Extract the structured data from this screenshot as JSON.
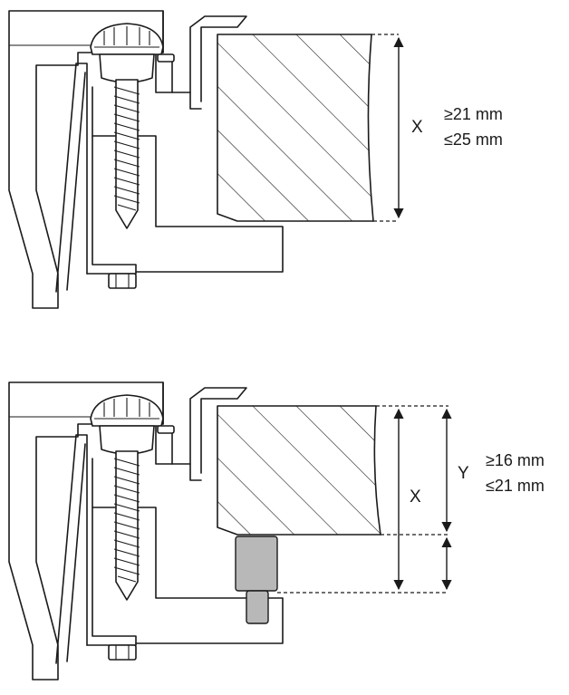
{
  "top_panel": {
    "dimension_label": "X",
    "spec_min": "≥21 mm",
    "spec_max": "≤25 mm"
  },
  "bottom_panel": {
    "dimension_label_x": "X",
    "dimension_label_y": "Y",
    "spec_min": "≥16 mm",
    "spec_max": "≤21 mm"
  },
  "colors": {
    "line": "#1a1a1a",
    "spacer_fill": "#b8b8b8",
    "background": "#ffffff"
  }
}
